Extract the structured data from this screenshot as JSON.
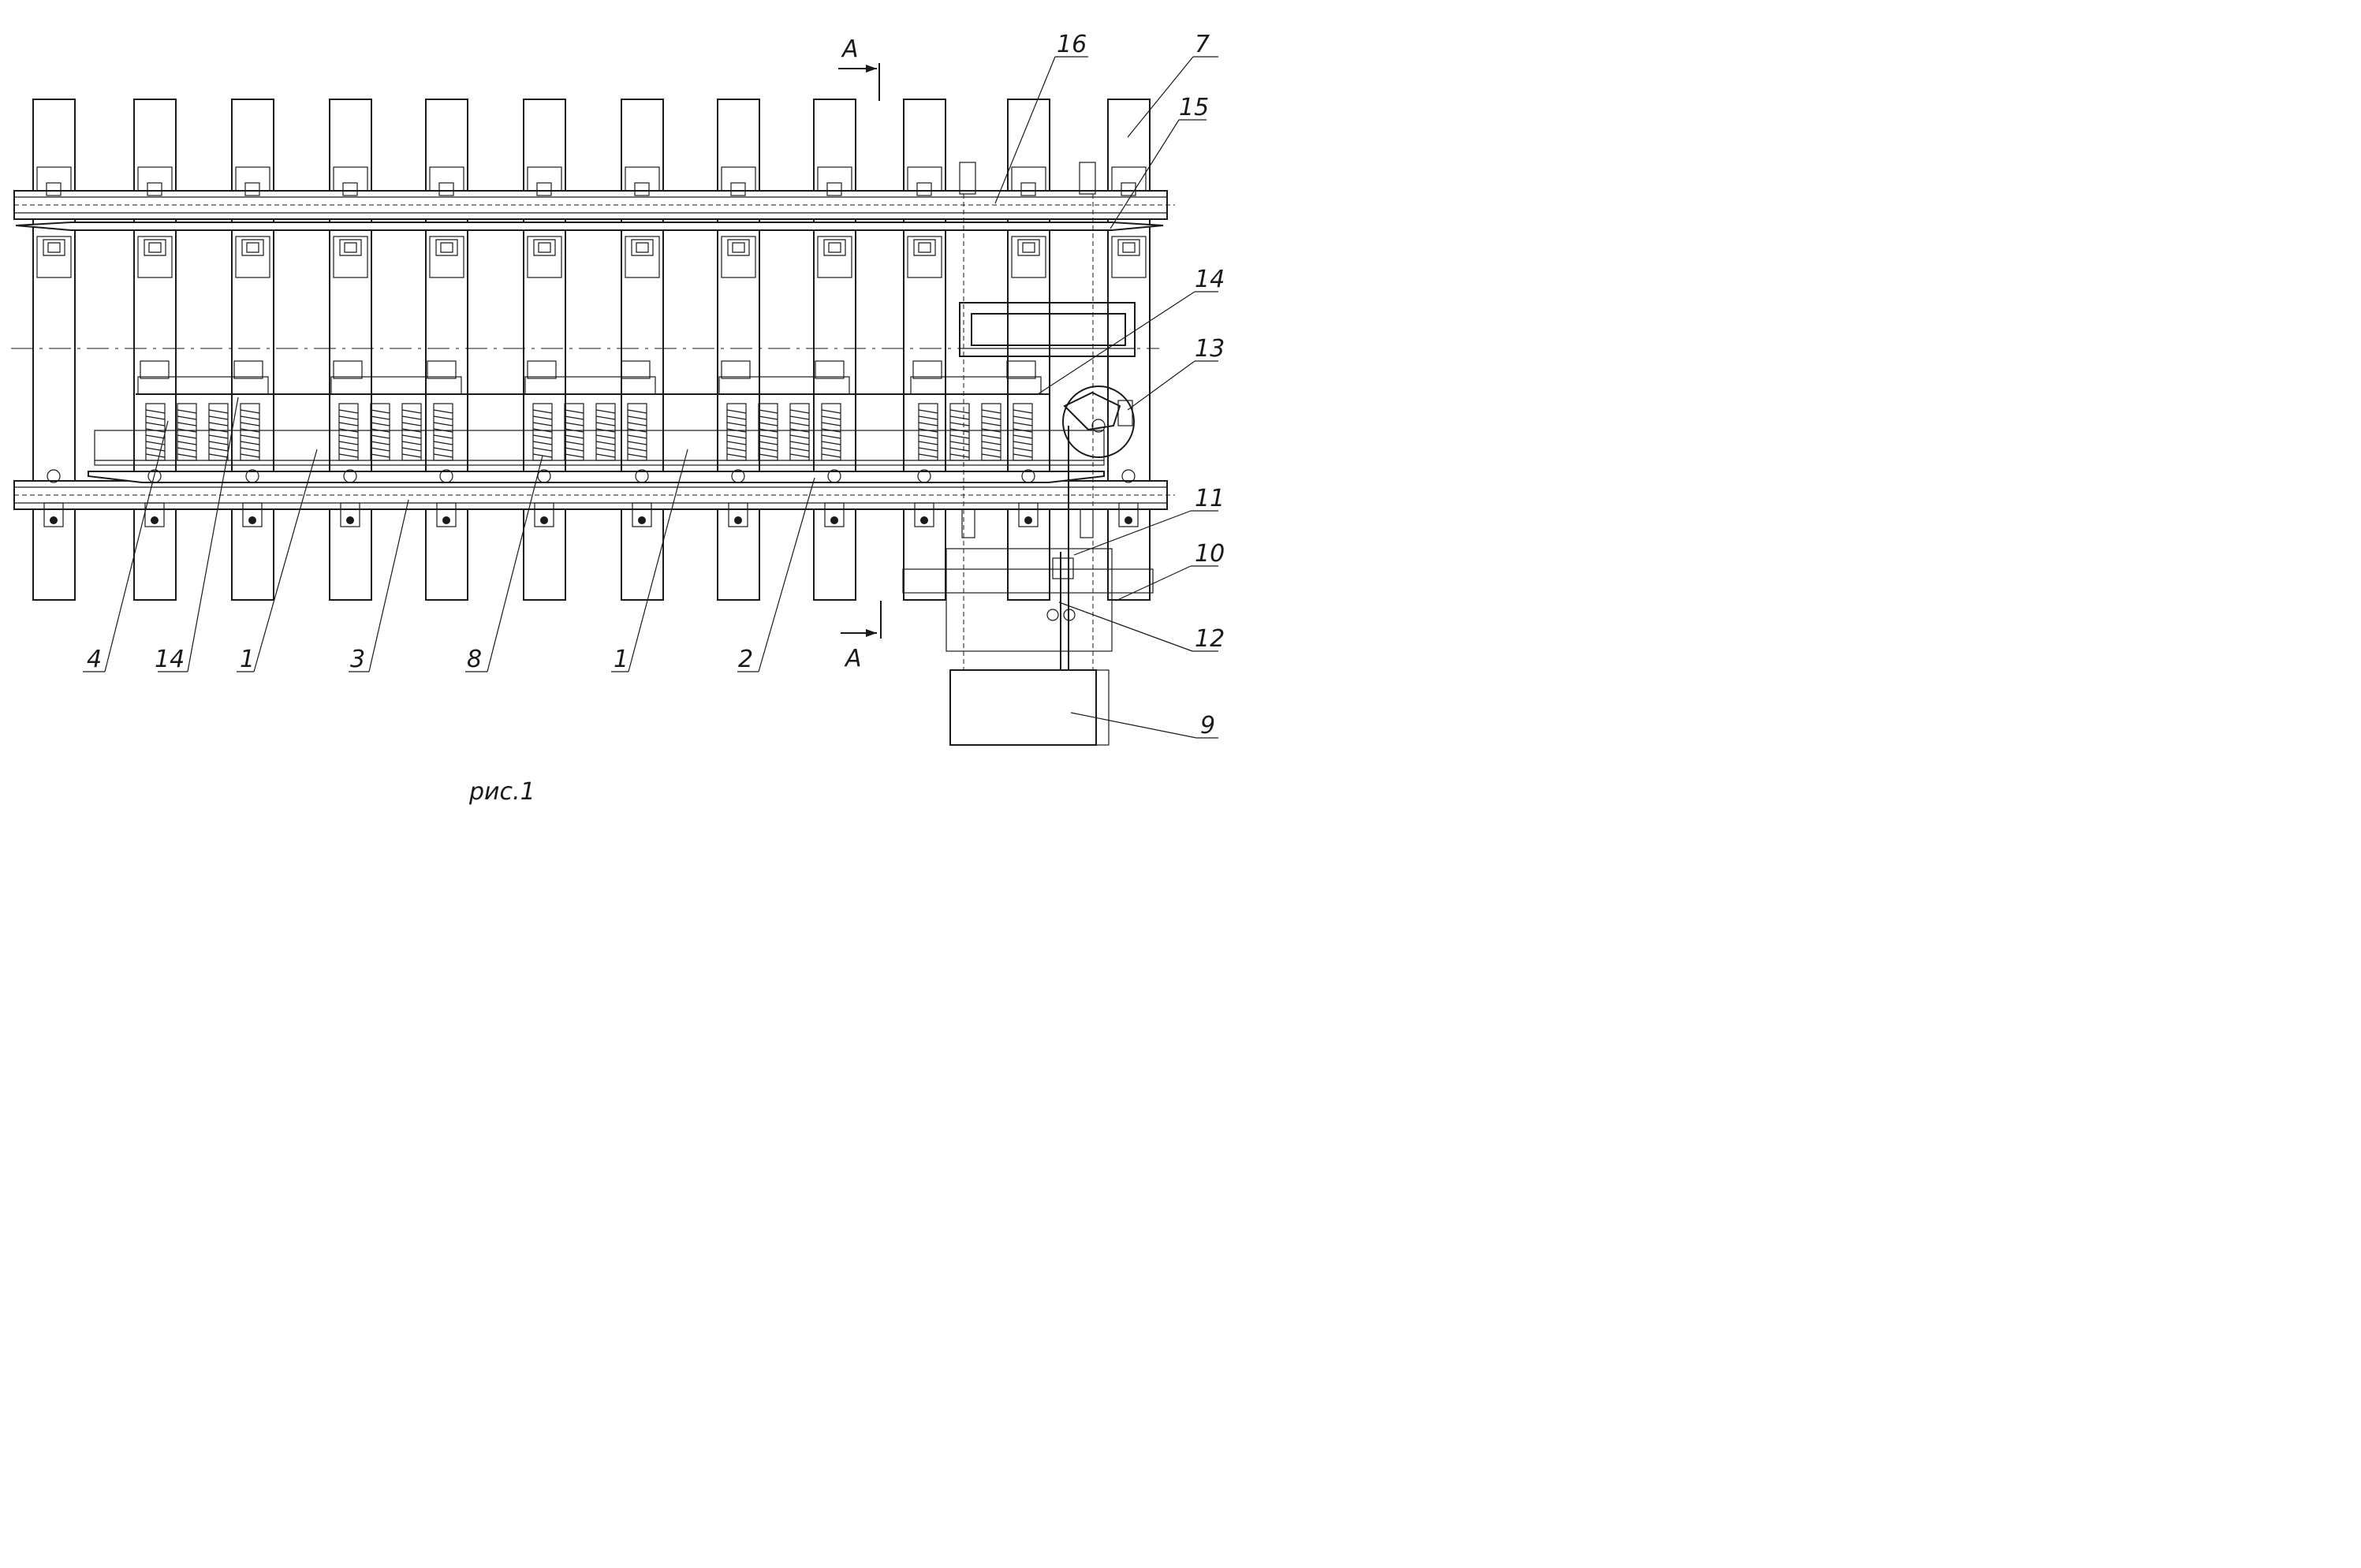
{
  "section_label": "A",
  "caption": "рис.1",
  "callouts": [
    "16",
    "7",
    "15",
    "14",
    "13",
    "11",
    "10",
    "12",
    "9",
    "4",
    "14",
    "1",
    "3",
    "8",
    "1",
    "2"
  ]
}
